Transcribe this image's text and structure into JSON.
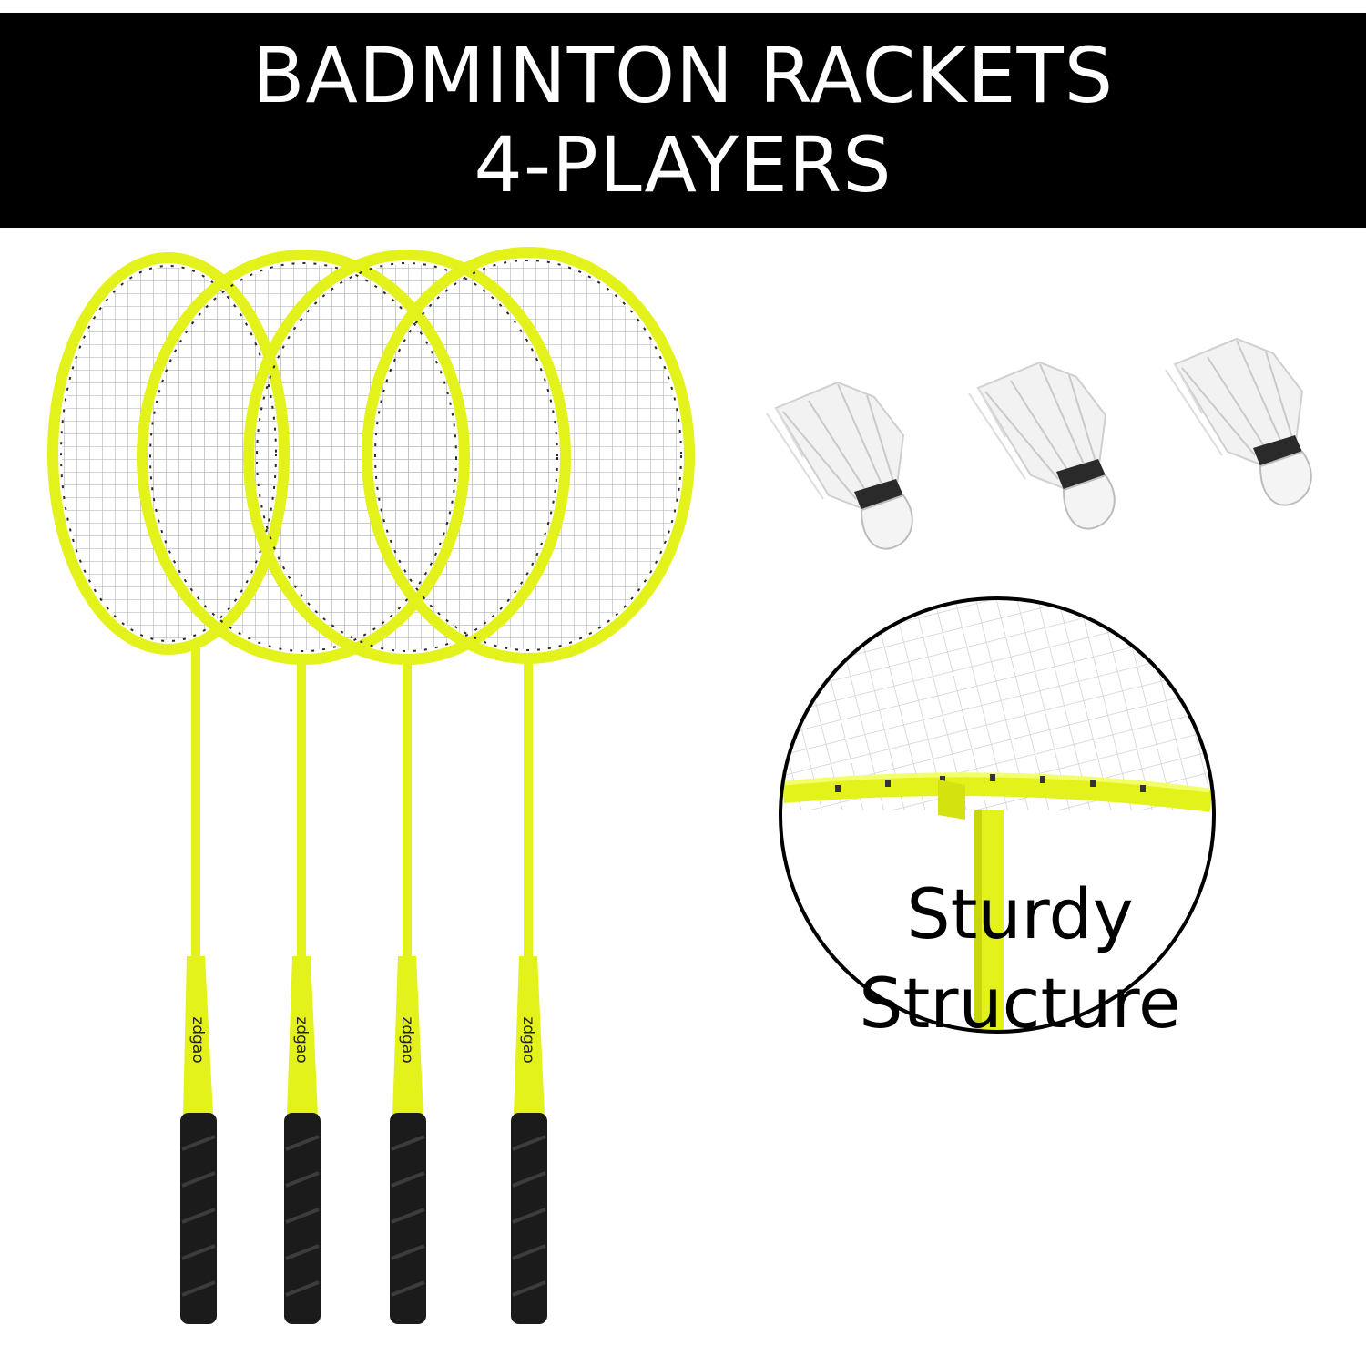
{
  "banner": {
    "line1": "BADMINTON RACKETS",
    "line2": "4-PLAYERS"
  },
  "product": {
    "racket_count": 4,
    "shuttlecock_count": 3,
    "brand_mark": "zdgao",
    "frame_color": "#e2f21a",
    "grip_color": "#1b1b1b"
  },
  "detail": {
    "caption_line1": "Sturdy",
    "caption_line2": "Structure"
  }
}
